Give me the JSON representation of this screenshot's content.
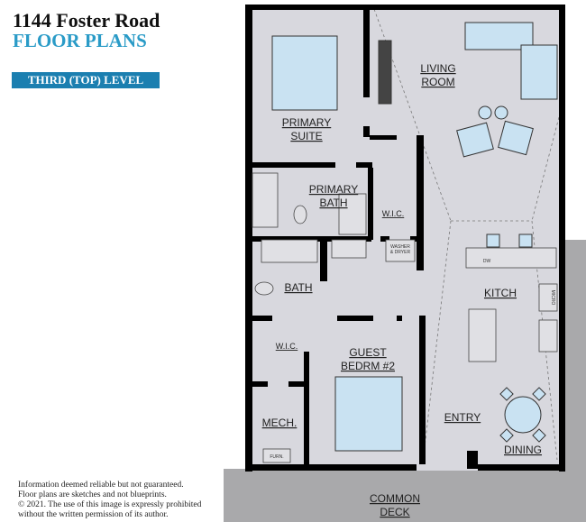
{
  "header": {
    "title": "1144 Foster Road",
    "subtitle": "FLOOR PLANS",
    "level": "THIRD (TOP) LEVEL"
  },
  "disclaimer": [
    "Information deemed reliable but not guaranteed.",
    "Floor plans are sketches and not blueprints.",
    "© 2021. The use of  this image is expressly prohibited",
    "without the written permission of its author."
  ],
  "rooms": {
    "living": [
      "LIVING",
      "ROOM"
    ],
    "primary_suite": [
      "PRIMARY",
      "SUITE"
    ],
    "primary_bath": [
      "PRIMARY",
      "BATH"
    ],
    "wic1": "W.I.C.",
    "bath": "BATH",
    "kitchen": "KITCH",
    "wic2": "W.I.C.",
    "guest": [
      "GUEST",
      "BEDRM #2"
    ],
    "mech": "MECH.",
    "entry": "ENTRY",
    "dining": "DINING",
    "deck": [
      "COMMON",
      "DECK"
    ]
  },
  "fixtures": {
    "washer": [
      "WASHER",
      "& DRYER"
    ],
    "dw": "DW",
    "micro": "MICRO",
    "furn": "FURN."
  },
  "colors": {
    "floor": "#d8d8de",
    "wall": "#000000",
    "furniture": "#c9e2f2",
    "ground": "#a9a9ab",
    "accent": "#2a9bc7",
    "band": "#1b7fb0"
  }
}
